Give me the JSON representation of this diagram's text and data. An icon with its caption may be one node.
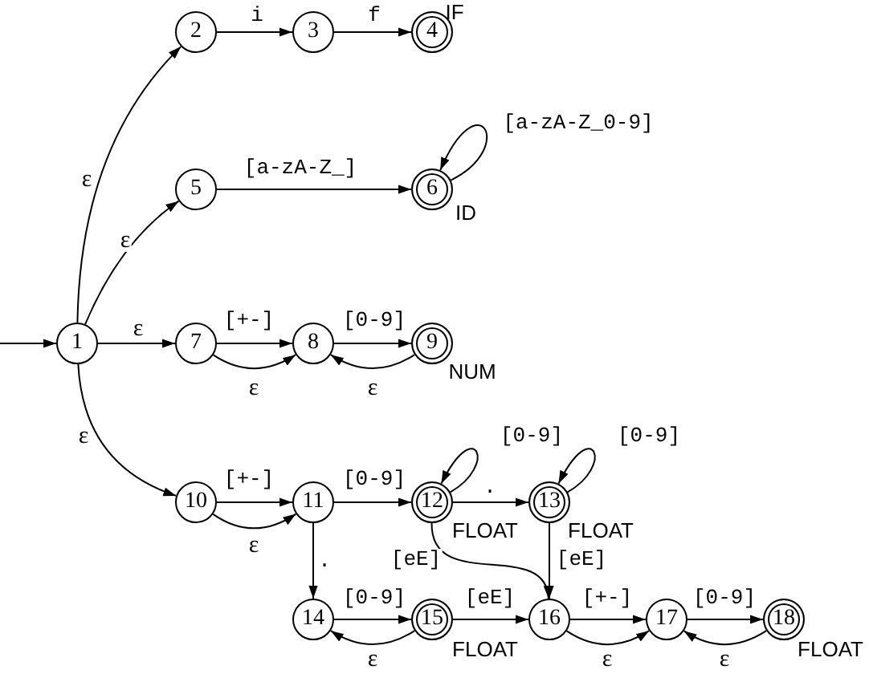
{
  "diagram": {
    "nodes": [
      {
        "text": [
          "1"
        ]
      },
      {
        "text": [
          "2"
        ]
      },
      {
        "text": [
          "3"
        ]
      },
      {
        "text": [
          "4"
        ],
        "beside": [
          "IF"
        ]
      },
      {
        "text": [
          "5"
        ]
      },
      {
        "text": [
          "6"
        ],
        "beside": [
          "ID"
        ]
      },
      {
        "text": [
          "7"
        ]
      },
      {
        "text": [
          "8"
        ]
      },
      {
        "text": [
          "9"
        ],
        "beside": [
          "NUM"
        ]
      },
      {
        "text": [
          "10"
        ]
      },
      {
        "text": [
          "11"
        ]
      },
      {
        "text": [
          "12"
        ],
        "beside": [
          "FLOAT"
        ]
      },
      {
        "text": [
          "13"
        ],
        "beside": [
          "FLOAT"
        ]
      },
      {
        "text": [
          "14"
        ]
      },
      {
        "text": [
          "15"
        ],
        "beside": [
          "FLOAT"
        ]
      },
      {
        "text": [
          "16"
        ]
      },
      {
        "text": [
          "17"
        ]
      },
      {
        "text": [
          "18"
        ],
        "beside": [
          "FLOAT"
        ]
      }
    ],
    "edges": [
      {
        "from": null,
        "to": 0,
        "arrow": "to"
      },
      {
        "from": 0,
        "to": 1,
        "arrow": "to",
        "label": "ε"
      },
      {
        "from": 0,
        "to": 4,
        "arrow": "to",
        "label": "ε"
      },
      {
        "from": 0,
        "to": 6,
        "arrow": "to",
        "label": "ε"
      },
      {
        "from": 0,
        "to": 9,
        "arrow": "to",
        "label": "ε"
      },
      {
        "from": 1,
        "to": 2,
        "arrow": "to",
        "label": "i"
      },
      {
        "from": 2,
        "to": 3,
        "arrow": "to",
        "label": "f"
      },
      {
        "from": 4,
        "to": 5,
        "arrow": "to",
        "label": "[a-zA-Z_]"
      },
      {
        "from": 5,
        "to": 5,
        "arrow": "to",
        "label": "[a-zA-Z_0-9]"
      },
      {
        "from": 6,
        "to": 7,
        "arrow": "to",
        "label": "[+-]"
      },
      {
        "from": 6,
        "to": 7,
        "arrow": "to",
        "label": "ε"
      },
      {
        "from": 7,
        "to": 8,
        "arrow": "to",
        "label": "[0-9]"
      },
      {
        "from": 8,
        "to": 7,
        "arrow": "to",
        "label": "ε"
      },
      {
        "from": 9,
        "to": 10,
        "arrow": "to",
        "label": "[+-]"
      },
      {
        "from": 9,
        "to": 10,
        "arrow": "to",
        "label": "ε"
      },
      {
        "from": 10,
        "to": 11,
        "arrow": "to",
        "label": "[0-9]"
      },
      {
        "from": 10,
        "to": 13,
        "arrow": "to",
        "label": "."
      },
      {
        "from": 11,
        "to": 11,
        "arrow": "to",
        "label": "[0-9]"
      },
      {
        "from": 11,
        "to": 12,
        "arrow": "to",
        "label": "."
      },
      {
        "from": 12,
        "to": 12,
        "arrow": "to",
        "label": "[0-9]"
      },
      {
        "from": 11,
        "to": 15,
        "arrow": "to",
        "label": "[eE]"
      },
      {
        "from": 12,
        "to": 15,
        "arrow": "to",
        "label": "[eE]"
      },
      {
        "from": 13,
        "to": 14,
        "arrow": "to",
        "label": "[0-9]"
      },
      {
        "from": 14,
        "to": 13,
        "arrow": "to",
        "label": "ε"
      },
      {
        "from": 14,
        "to": 15,
        "arrow": "to",
        "label": "[eE]"
      },
      {
        "from": 15,
        "to": 16,
        "arrow": "to",
        "label": "[+-]"
      },
      {
        "from": 15,
        "to": 16,
        "arrow": "to",
        "label": "ε"
      },
      {
        "from": 16,
        "to": 17,
        "arrow": "to",
        "label": "[0-9]"
      },
      {
        "from": 17,
        "to": 16,
        "arrow": "to",
        "label": "ε"
      }
    ]
  }
}
